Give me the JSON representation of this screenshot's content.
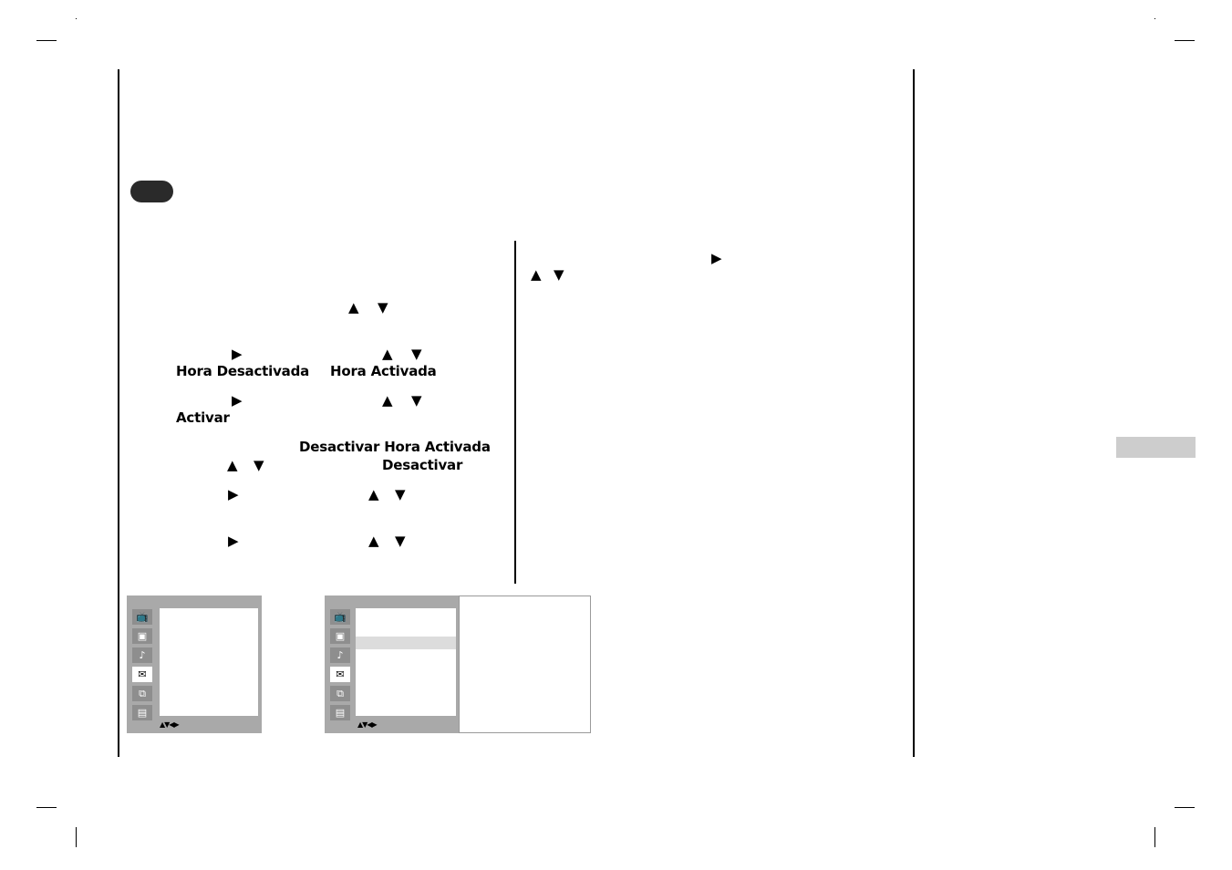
{
  "glyphs": {
    "up": "▲",
    "down": "▼",
    "right": "▶",
    "nav": "▲▼◀▶"
  },
  "terms": {
    "hora_desactivada": "Hora Desactivada",
    "hora_activada": "Hora Activada",
    "activar": "Activar",
    "desactivar_hora_activada": "Desactivar Hora Activada",
    "desactivar": "Desactivar"
  },
  "menu_icons": [
    "tv-station-icon",
    "picture-icon",
    "sound-icon",
    "time-icon",
    "screen-icon",
    "special-icon"
  ],
  "colors": {
    "pill": "#2a2a2a",
    "side_tab": "#cdcdcd",
    "osd_frame": "#a9a9a9",
    "osd_icon": "#8e8e8e",
    "osd_highlight": "#dcdcdc"
  }
}
